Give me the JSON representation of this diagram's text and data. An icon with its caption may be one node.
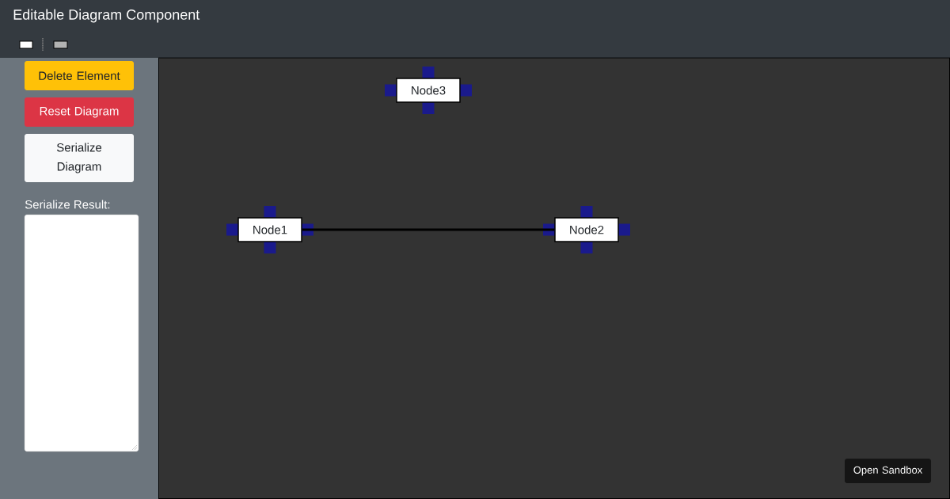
{
  "diagram": {
    "title": "Editable Diagram Component",
    "nodes": [
      {
        "text": [
          "Node1"
        ]
      },
      {
        "text": [
          "Node2"
        ]
      },
      {
        "text": [
          "Node3"
        ]
      }
    ],
    "edges": [
      {
        "from": 0,
        "to": 1,
        "arrow": "none"
      }
    ],
    "labels": [
      "Delete Element",
      "Reset Diagram",
      "Serialize Diagram",
      "Serialize Result:",
      "Open Sandbox"
    ]
  }
}
